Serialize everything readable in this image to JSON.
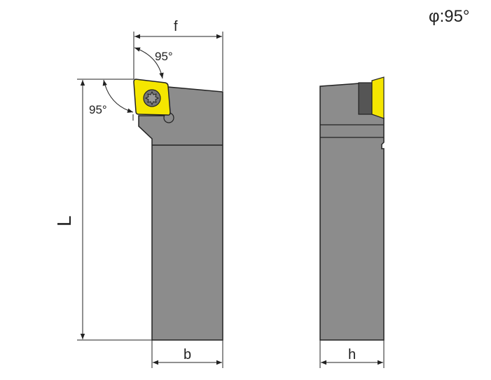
{
  "title": "φ:95°",
  "dimensions": {
    "f": "f",
    "L": "L",
    "b": "b",
    "h": "h",
    "angle_top": "95°",
    "angle_left": "95°"
  },
  "colors": {
    "body": "#8c8c8c",
    "insert": "#f5e600",
    "shim": "#555555",
    "line": "#222222"
  }
}
